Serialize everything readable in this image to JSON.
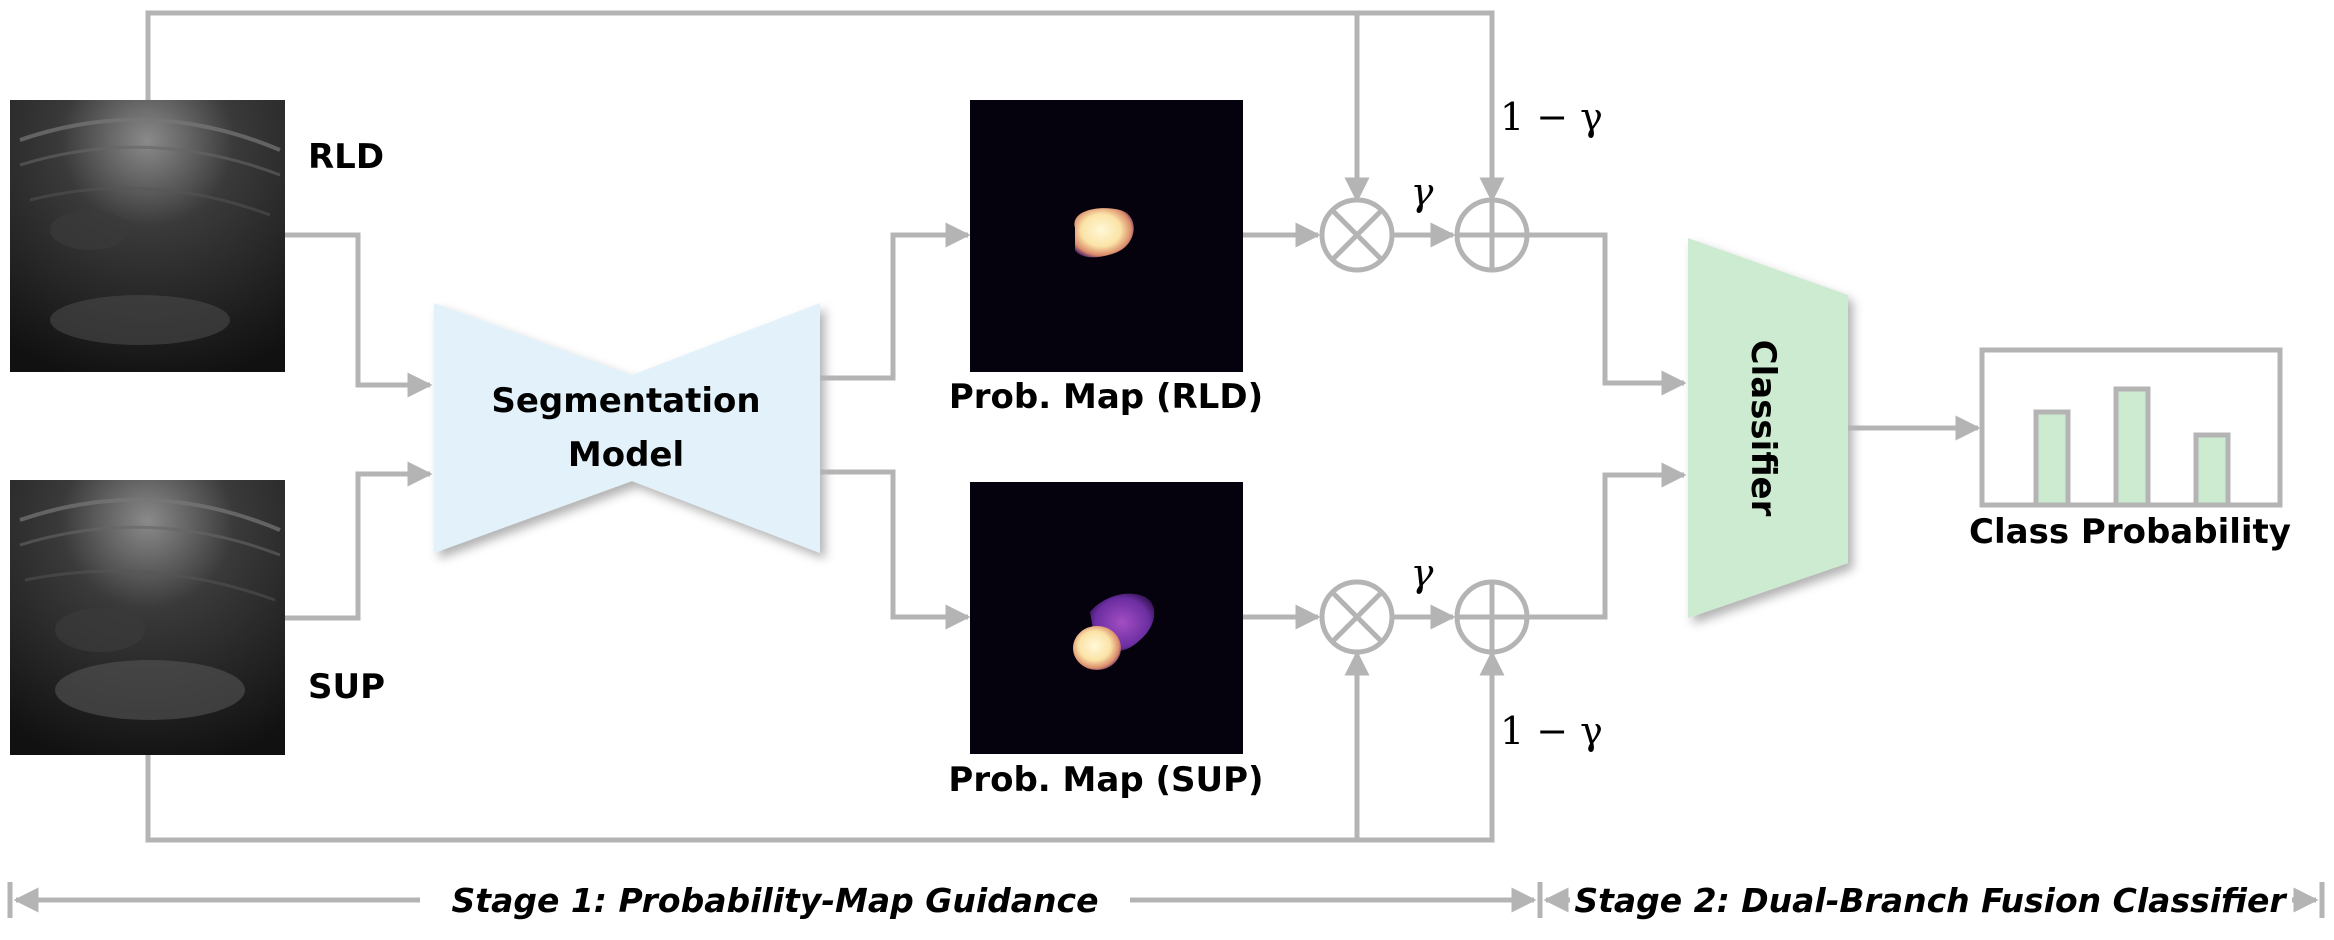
{
  "inputs": {
    "rld_label": "RLD",
    "sup_label": "SUP"
  },
  "segmentation": {
    "line1": "Segmentation",
    "line2": "Model"
  },
  "prob_maps": {
    "rld_caption": "Prob. Map (RLD)",
    "sup_caption": "Prob. Map (SUP)"
  },
  "fusion": {
    "gamma_top": "γ",
    "one_minus_gamma_top": "1 − γ",
    "gamma_bottom": "γ",
    "one_minus_gamma_bottom": "1 − γ",
    "multiply_icon": "multiply-circle-icon",
    "add_icon": "add-circle-icon"
  },
  "classifier": {
    "label": "Classifier"
  },
  "output": {
    "label": "Class Probability",
    "bar_levels": [
      0.6,
      0.75,
      0.45
    ]
  },
  "stages": {
    "stage1": "Stage 1: Probability-Map Guidance",
    "stage2": "Stage 2: Dual-Branch Fusion Classifier"
  },
  "colors": {
    "line": "#b4b4b4",
    "segmentation_fill": "#e3f2fa",
    "classifier_fill": "#cdebd0",
    "bar_fill": "#cdebd0",
    "prob_map_bg": "#05020d"
  }
}
